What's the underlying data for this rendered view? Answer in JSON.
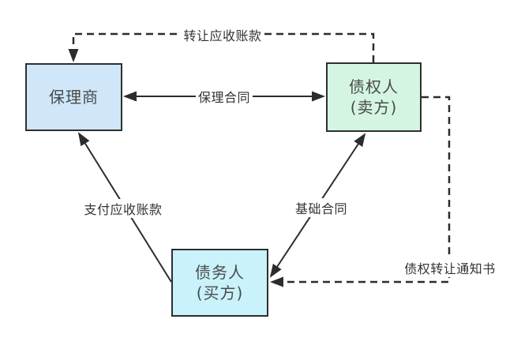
{
  "diagram": {
    "background": "#ffffff",
    "line_color": "#2c2c2c",
    "border_color": "#2f2f2f",
    "node_text_color": "#4a4a4a",
    "edge_text_color": "#333333",
    "nodes": {
      "factor": {
        "label": "保理商",
        "sublabel": "",
        "fill": "#cfe7f8"
      },
      "creditor": {
        "label": "债权人",
        "sublabel": "(卖方)",
        "fill": "#d5f5e3"
      },
      "debtor": {
        "label": "债务人",
        "sublabel": "(买方)",
        "fill": "#c9f2fa"
      }
    },
    "edges": {
      "transfer_receivables": {
        "label": "转让应收账款",
        "style": "dashed",
        "from": "creditor",
        "to": "factor",
        "arrows": "single"
      },
      "factoring_contract": {
        "label": "保理合同",
        "style": "solid",
        "from": "factor",
        "to": "creditor",
        "arrows": "double"
      },
      "pay_receivables": {
        "label": "支付应收账款",
        "style": "solid",
        "from": "debtor",
        "to": "factor",
        "arrows": "single"
      },
      "base_contract": {
        "label": "基础合同",
        "style": "solid",
        "from": "creditor",
        "to": "debtor",
        "arrows": "double"
      },
      "assignment_notice": {
        "label": "债权转让通知书",
        "style": "dashed",
        "from": "creditor",
        "to": "debtor",
        "arrows": "single"
      }
    }
  }
}
